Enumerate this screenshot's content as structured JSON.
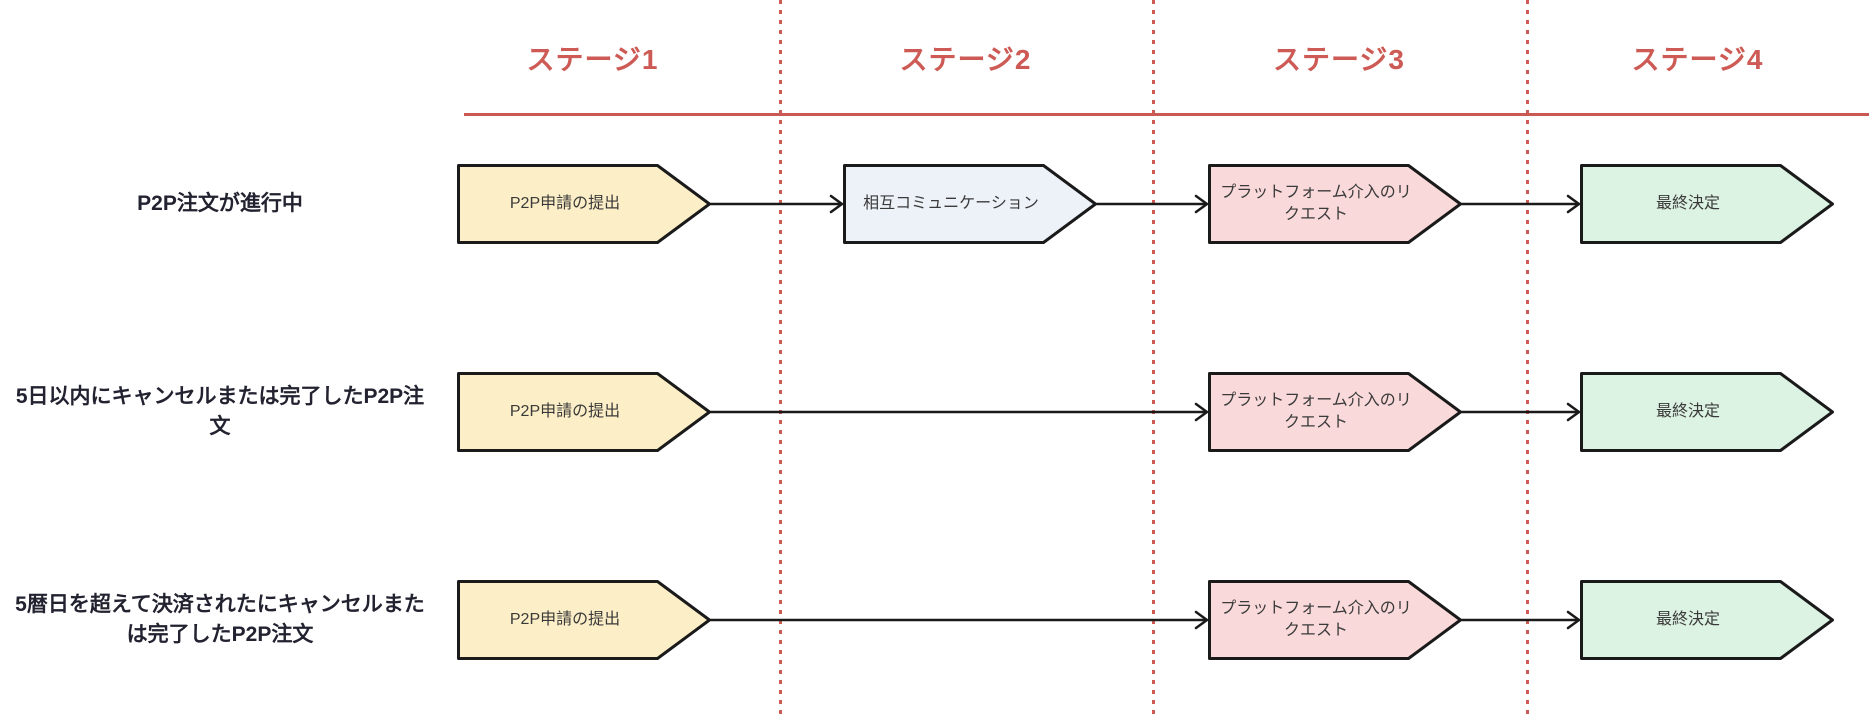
{
  "stages": [
    {
      "label": "ステージ1"
    },
    {
      "label": "ステージ2"
    },
    {
      "label": "ステージ3"
    },
    {
      "label": "ステージ4"
    }
  ],
  "rows": [
    {
      "label": "P2P注文が進行中",
      "boxes": [
        {
          "label": "P2P申請の提出",
          "color_key": "box_yellow"
        },
        {
          "label": "相互コミュニケーション",
          "color_key": "box_blue"
        },
        {
          "label": "プラットフォーム介入のリクエスト",
          "color_key": "box_pink"
        },
        {
          "label": "最終決定",
          "color_key": "box_green"
        }
      ]
    },
    {
      "label": "5日以内にキャンセルまたは完了したP2P注文",
      "boxes": [
        {
          "label": "P2P申請の提出",
          "color_key": "box_yellow"
        },
        {
          "label": "プラットフォーム介入のリクエスト",
          "color_key": "box_pink"
        },
        {
          "label": "最終決定",
          "color_key": "box_green"
        }
      ]
    },
    {
      "label": "5暦日を超えて決済されたにキャンセルまたは完了したP2P注文",
      "boxes": [
        {
          "label": "P2P申請の提出",
          "color_key": "box_yellow"
        },
        {
          "label": "プラットフォーム介入のリクエスト",
          "color_key": "box_pink"
        },
        {
          "label": "最終決定",
          "color_key": "box_green"
        }
      ]
    }
  ],
  "colors": {
    "accent_red": "#cd5a54",
    "box_yellow": "#fcefc7",
    "box_blue": "#edf2f9",
    "box_pink": "#f9d9da",
    "box_green": "#dcf2e2",
    "node_border": "#1a1a1a",
    "label_text": "#222230",
    "box_text": "#3a3a3a"
  }
}
